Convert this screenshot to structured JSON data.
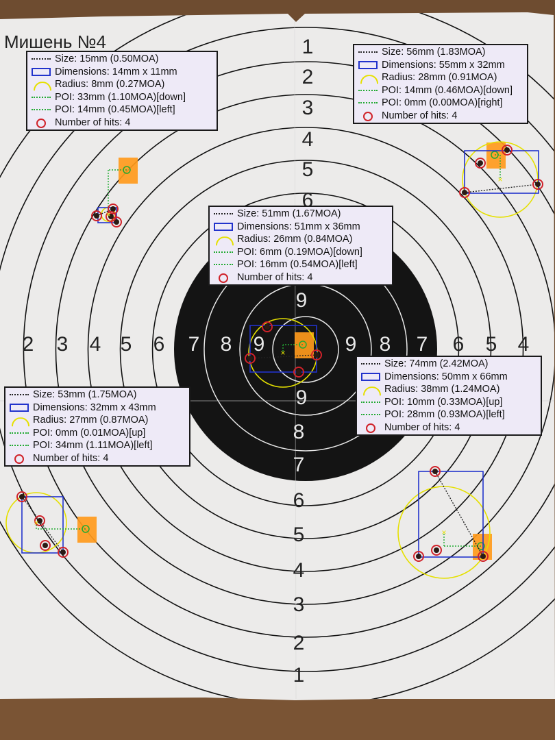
{
  "target": {
    "title": "Мишень №4",
    "ring_numbers": [
      "1",
      "2",
      "3",
      "4",
      "5",
      "6",
      "7",
      "8",
      "9"
    ]
  },
  "groups": [
    {
      "id": "top-left",
      "size": "Size: 15mm (0.50MOA)",
      "dimensions": "Dimensions: 14mm x 11mm",
      "radius": "Radius: 8mm (0.27MOA)",
      "poi_vertical": "POI: 33mm (1.10MOA)[down]",
      "poi_horizontal": "POI: 14mm (0.45MOA)[left]",
      "hits": "Number of hits: 4"
    },
    {
      "id": "top-right",
      "size": "Size: 56mm (1.83MOA)",
      "dimensions": "Dimensions: 55mm x 32mm",
      "radius": "Radius: 28mm (0.91MOA)",
      "poi_vertical": "POI: 14mm (0.46MOA)[down]",
      "poi_horizontal": "POI: 0mm (0.00MOA)[right]",
      "hits": "Number of hits: 4"
    },
    {
      "id": "center",
      "size": "Size: 51mm (1.67MOA)",
      "dimensions": "Dimensions: 51mm x 36mm",
      "radius": "Radius: 26mm (0.84MOA)",
      "poi_vertical": "POI: 6mm (0.19MOA)[down]",
      "poi_horizontal": "POI: 16mm (0.54MOA)[left]",
      "hits": "Number of hits: 4"
    },
    {
      "id": "bottom-right",
      "size": "Size: 74mm (2.42MOA)",
      "dimensions": "Dimensions: 50mm x 66mm",
      "radius": "Radius: 38mm (1.24MOA)",
      "poi_vertical": "POI: 10mm (0.33MOA)[up]",
      "poi_horizontal": "POI: 28mm (0.93MOA)[left]",
      "hits": "Number of hits: 4"
    },
    {
      "id": "bottom-left",
      "size": "Size: 53mm (1.75MOA)",
      "dimensions": "Dimensions: 32mm x 43mm",
      "radius": "Radius: 27mm (0.87MOA)",
      "poi_vertical": "POI: 0mm (0.01MOA)[up]",
      "poi_horizontal": "POI: 34mm (1.11MOA)[left]",
      "hits": "Number of hits: 4"
    }
  ],
  "colors": {
    "wood": "#6b4a2e",
    "paper": "#ecebea",
    "bullseye": "#141414",
    "hit_marker": "#d0222a",
    "dimensions_box": "#2233cc",
    "radius_circle": "#e5e000",
    "poi_line": "#22aa33",
    "aim_sticker": "#ff9a1c",
    "info_box_bg": "#eeeaf7"
  }
}
